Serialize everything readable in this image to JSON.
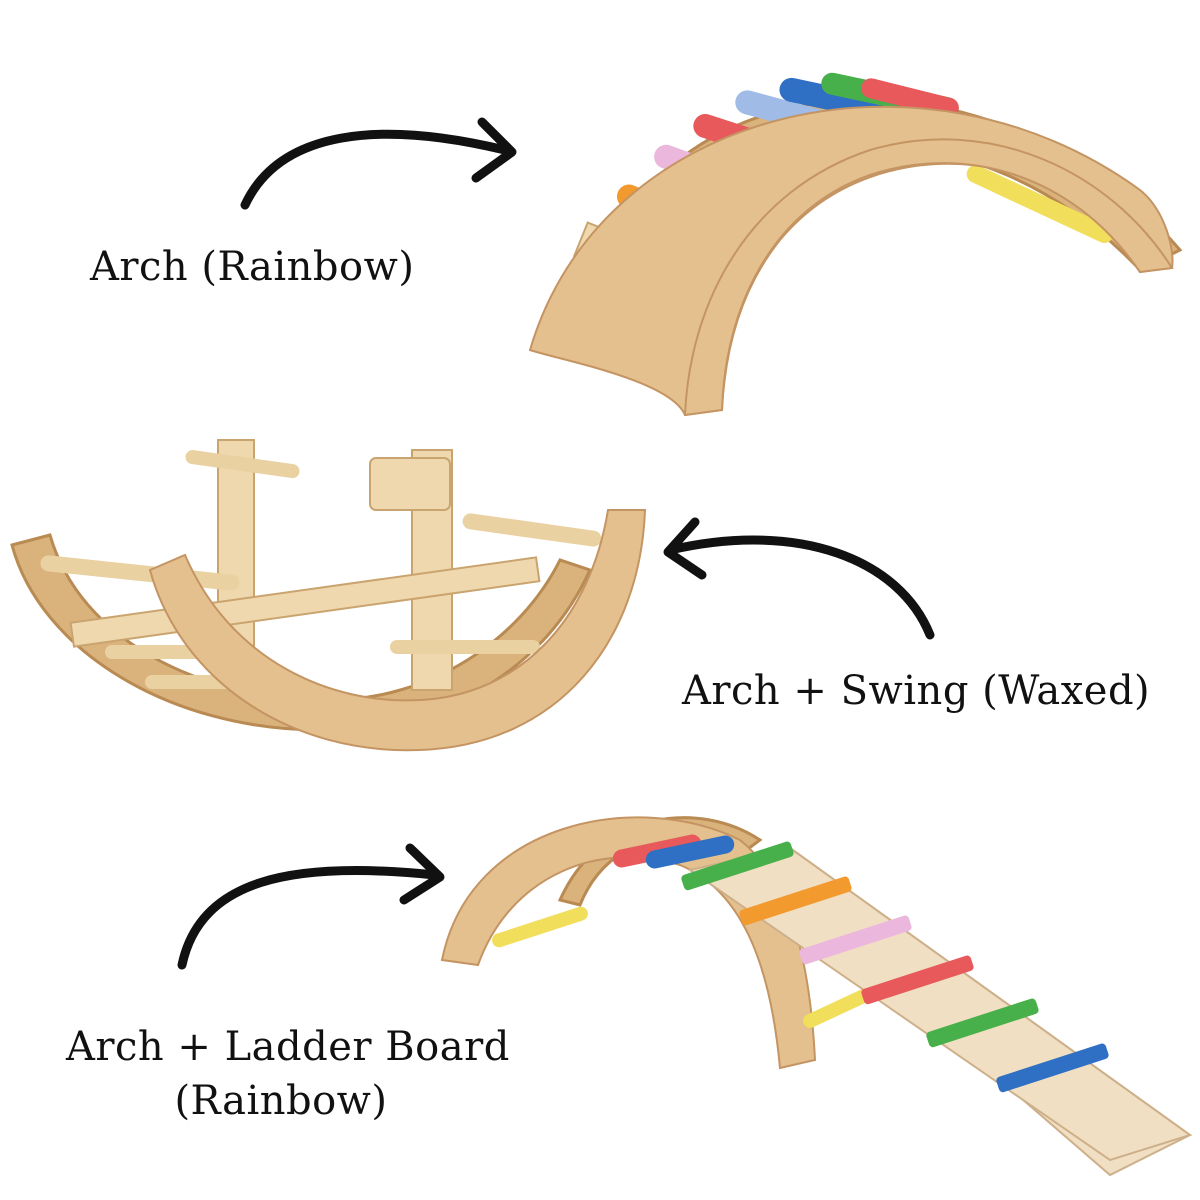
{
  "captions": {
    "arch": "Arch (Rainbow)",
    "swing": "Arch + Swing (Waxed)",
    "ladder_line1": "Arch + Ladder Board",
    "ladder_line2": "(Rainbow)"
  },
  "colors": {
    "background": "#ffffff",
    "text": "#111111",
    "wood": "#e4c08e",
    "rung_red": "#e8595b",
    "rung_blue": "#2f6fc4",
    "rung_green": "#48b04a",
    "rung_yellow": "#f1de5a",
    "rung_orange": "#f29a2e",
    "rung_pink": "#ecb7dd",
    "rung_lightblue": "#9fbbe6"
  },
  "icons": [
    "curved-arrow-right-icon",
    "curved-arrow-left-icon"
  ]
}
